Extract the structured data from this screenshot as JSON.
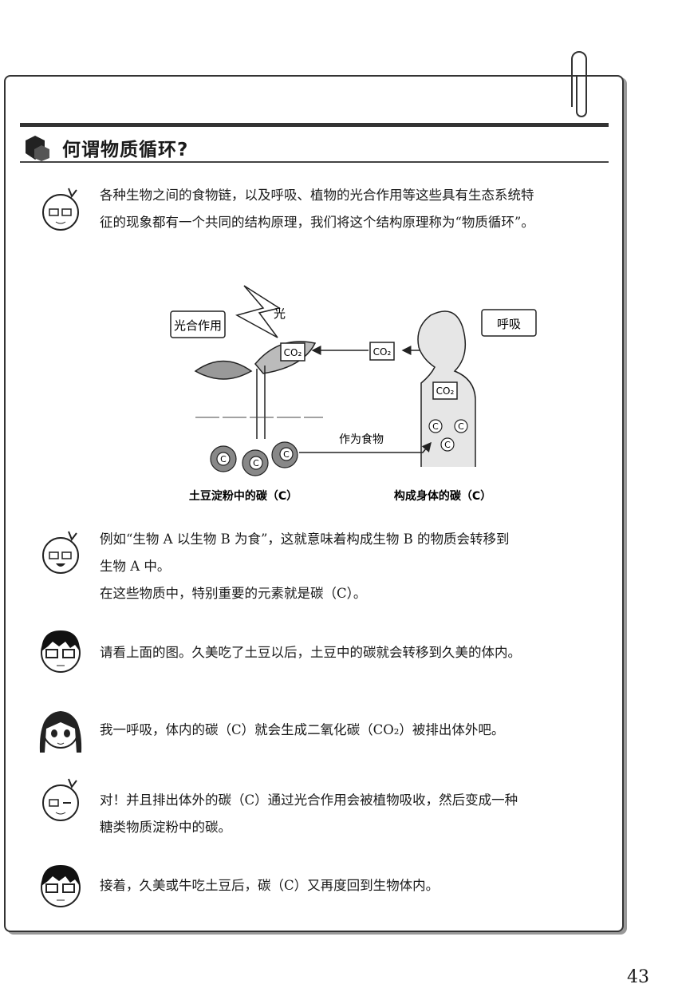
{
  "section": {
    "title": "何谓物质循环?"
  },
  "dialogue": [
    {
      "speaker": "blonde-girl",
      "lines": [
        "各种生物之间的食物链，以及呼吸、植物的光合作用等这些具有生态系统特",
        "征的现象都有一个共同的结构原理，我们将这个结构原理称为“物质循环”。"
      ]
    },
    {
      "speaker": "blonde-girl",
      "lines": [
        "例如“生物 A 以生物 B 为食”，这就意味着构成生物 B 的物质会转移到",
        "生物 A 中。",
        "在这些物质中，特别重要的元素就是碳（C）。"
      ]
    },
    {
      "speaker": "boy-glasses",
      "lines": [
        "请看上面的图。久美吃了土豆以后，土豆中的碳就会转移到久美的体内。"
      ]
    },
    {
      "speaker": "dark-hair-girl",
      "lines": [
        "我一呼吸，体内的碳（C）就会生成二氧化碳（CO₂）被排出体外吧。"
      ]
    },
    {
      "speaker": "blonde-girl",
      "lines": [
        "对！并且排出体外的碳（C）通过光合作用会被植物吸收，然后变成一种",
        "糖类物质淀粉中的碳。"
      ]
    },
    {
      "speaker": "boy-glasses",
      "lines": [
        "接着，久美或牛吃土豆后，碳（C）又再度回到生物体内。"
      ]
    }
  ],
  "diagram": {
    "photosynthesis_label": "光合作用",
    "light_label": "光",
    "respiration_label": "呼吸",
    "co2": "CO₂",
    "carbon": "C",
    "as_food_label": "作为食物",
    "potato_caption": "土豆淀粉中的碳（C）",
    "body_caption": "构成身体的碳（C）"
  },
  "page_number": "43"
}
